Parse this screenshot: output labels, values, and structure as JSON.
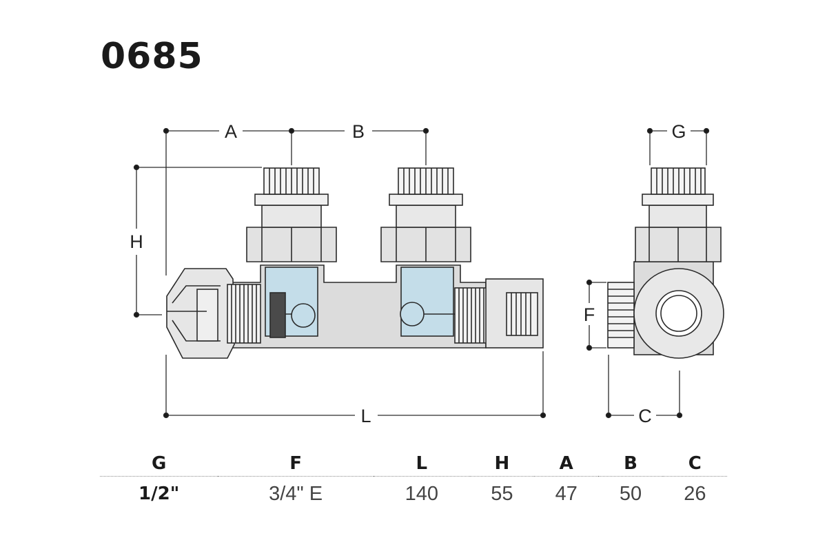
{
  "title": "0685",
  "dimension_labels": {
    "a": "A",
    "b": "B",
    "g": "G",
    "h": "H",
    "f": "F",
    "l": "L",
    "c": "C"
  },
  "table": {
    "headers": [
      "G",
      "F",
      "L",
      "H",
      "A",
      "B",
      "C"
    ],
    "values": [
      "1/2\"",
      "3/4\" E",
      "140",
      "55",
      "47",
      "50",
      "26"
    ]
  },
  "colors": {
    "body_fill": "#dcdcdc",
    "water_fill": "#c4dde9",
    "line": "#2a2a2a"
  }
}
